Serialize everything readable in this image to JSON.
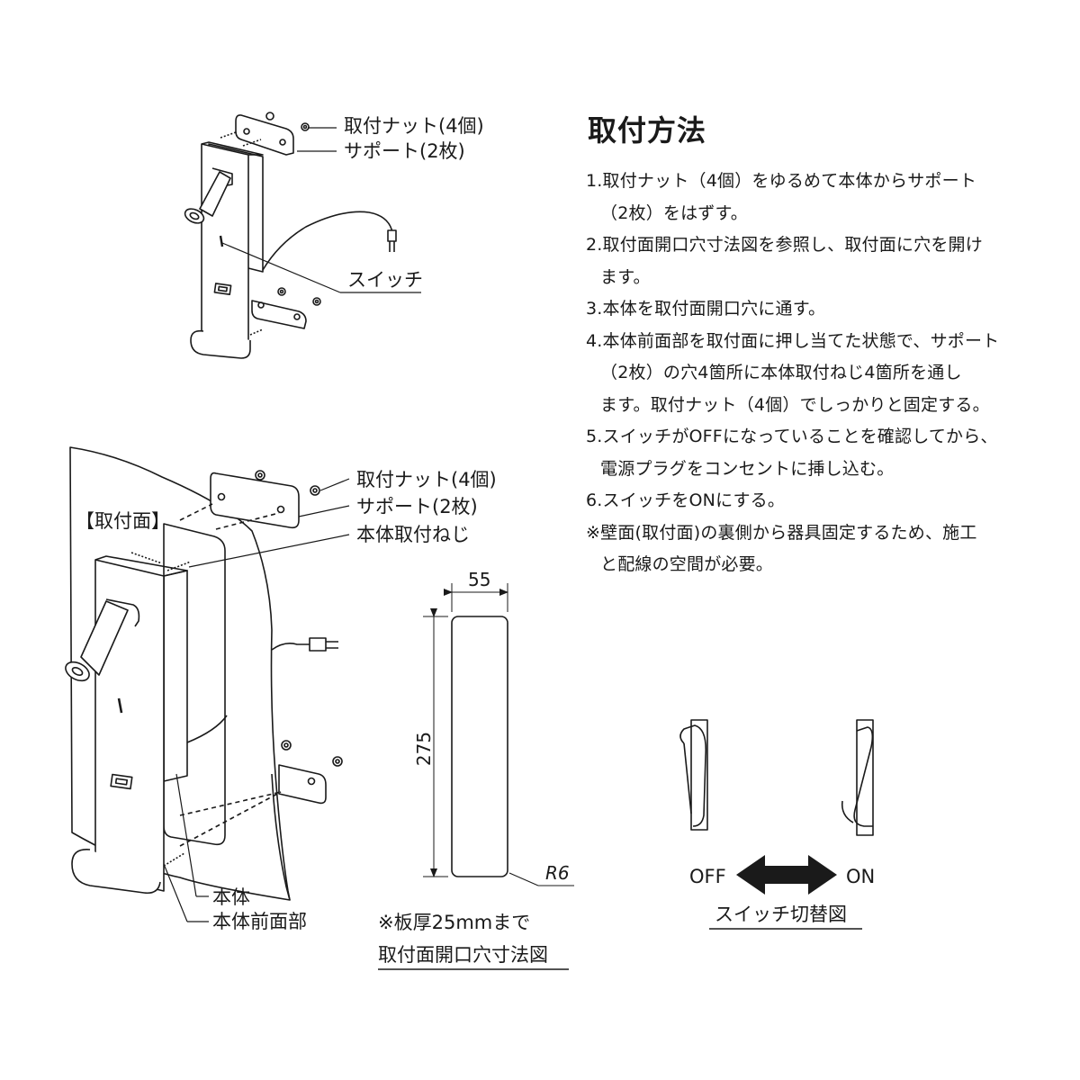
{
  "title": "取付方法",
  "steps": [
    {
      "line1": "1.取付ナット（4個）をゆるめて本体からサポート",
      "line2": "（2枚）をはずす。"
    },
    {
      "line1": "2.取付面開口穴寸法図を参照し、取付面に穴を開け",
      "line2": "ます。"
    },
    {
      "line1": "3.本体を取付面開口穴に通す。",
      "line2": ""
    },
    {
      "line1": "4.本体前面部を取付面に押し当てた状態で、サポート",
      "line2": "（2枚）の穴4箇所に本体取付ねじ4箇所を通し",
      "line3": "ます。取付ナット（4個）でしっかりと固定する。"
    },
    {
      "line1": "5.スイッチがOFFになっていることを確認してから、",
      "line2": "電源プラグをコンセントに挿し込む。"
    },
    {
      "line1": "6.スイッチをONにする。",
      "line2": ""
    },
    {
      "line1": "※壁面(取付面)の裏側から器具固定するため、施工",
      "line2": "と配線の空間が必要。"
    }
  ],
  "top_diagram": {
    "nut_label": "取付ナット(4個)",
    "support_label": "サポート(2枚)",
    "switch_label": "スイッチ"
  },
  "bottom_diagram": {
    "surface_label": "【取付面】",
    "nut_label": "取付ナット(4個)",
    "support_label": "サポート(2枚)",
    "screw_label": "本体取付ねじ",
    "body_label": "本体",
    "front_label": "本体前面部"
  },
  "opening": {
    "width": "55",
    "height": "275",
    "radius": "R6",
    "note": "※板厚25mmまで",
    "caption": "取付面開口穴寸法図"
  },
  "switch_diagram": {
    "off": "OFF",
    "on": "ON",
    "caption": "スイッチ切替図"
  }
}
